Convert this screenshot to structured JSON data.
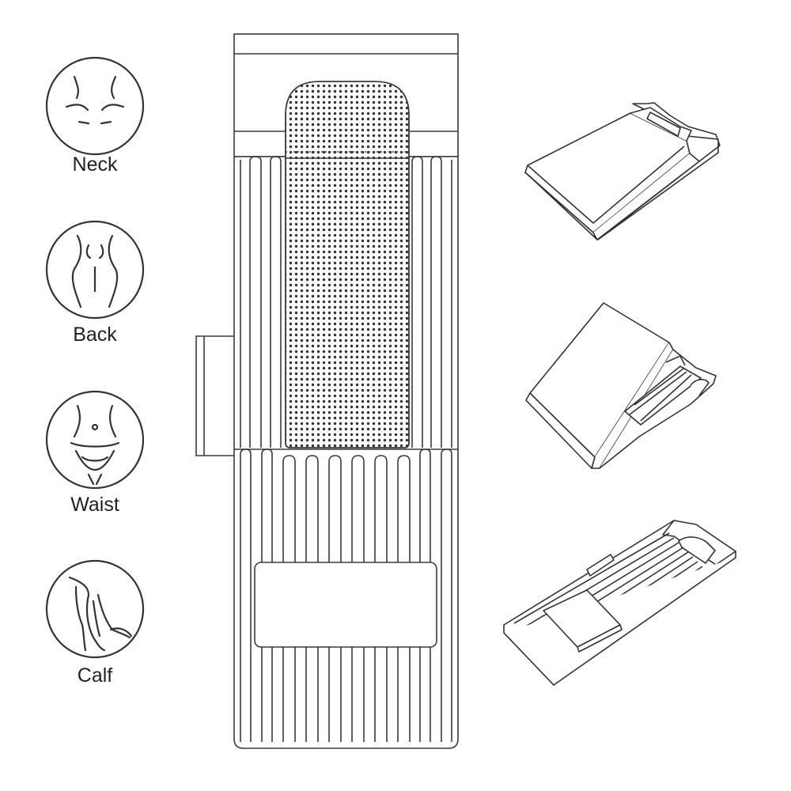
{
  "body_zones": [
    {
      "label": "Neck",
      "icon": "neck-icon"
    },
    {
      "label": "Back",
      "icon": "back-icon"
    },
    {
      "label": "Waist",
      "icon": "waist-icon"
    },
    {
      "label": "Calf",
      "icon": "calf-icon"
    }
  ],
  "colors": {
    "line": "#3a3a3a",
    "background": "#ffffff"
  }
}
